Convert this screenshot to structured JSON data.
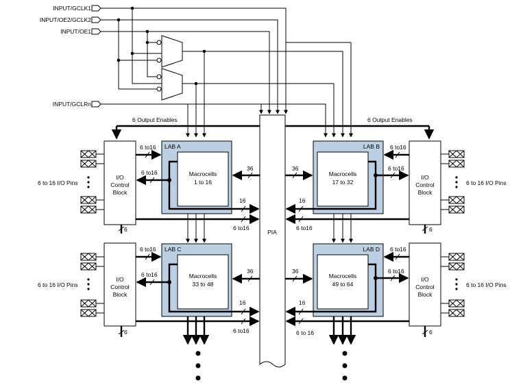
{
  "inputs": {
    "gclk1": "INPUT/GCLK1",
    "oe2_gclk2": "INPUT/OE2/GCLK2",
    "oe1": "INPUT/OE1",
    "gclrn": "INPUT/GCLRn"
  },
  "output_enables": {
    "left": "6 Output Enables",
    "right": "6 Output Enables"
  },
  "pia": "PIA",
  "io_pins_label": "6 to 16 I/O Pins",
  "io_control": {
    "line1": "I/O",
    "line2": "Control",
    "line3": "Block"
  },
  "labs": [
    {
      "id": "a",
      "name": "LAB A",
      "title": "Macrocells",
      "range": "1 to 16"
    },
    {
      "id": "b",
      "name": "LAB B",
      "title": "Macrocells",
      "range": "17 to 32"
    },
    {
      "id": "c",
      "name": "LAB C",
      "title": "Macrocells",
      "range": "33 to 48"
    },
    {
      "id": "d",
      "name": "LAB D",
      "title": "Macrocells",
      "range": "49 to 64"
    }
  ],
  "bus_labels": {
    "six_to_16": "6 to16",
    "six_to_16_spaced": "6 to 16",
    "thirty_six": "36",
    "sixteen": "16",
    "six": "6"
  },
  "colors": {
    "lab_fill": "#bccfe3",
    "line": "#000000"
  }
}
